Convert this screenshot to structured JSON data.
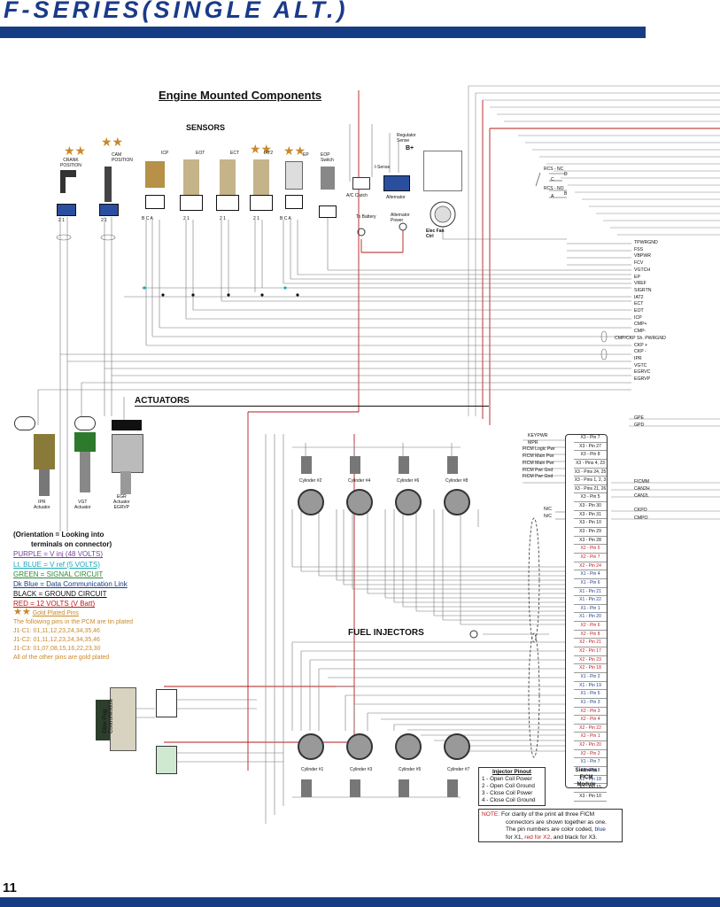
{
  "header": {
    "title": "F-SERIES(SINGLE ALT.)"
  },
  "page_number": "11",
  "sections": {
    "engine_title": "Engine Mounted Components",
    "sensors_title": "SENSORS",
    "actuators_title": "ACTUATORS",
    "fuel_title": "FUEL INJECTORS"
  },
  "sensors": [
    {
      "label": "CRANK\nPOSITION",
      "pins": "2  1",
      "gold": "★★"
    },
    {
      "label": "CAM\nPOSITION",
      "pins": "2  1",
      "gold": "★★"
    },
    {
      "label": "ICP",
      "pins": "B  C  A",
      "gold": ""
    },
    {
      "label": "EOT",
      "pins": "2  1",
      "gold": ""
    },
    {
      "label": "ECT",
      "pins": "2  1",
      "gold": ""
    },
    {
      "label": "IAT2",
      "pins": "2  1",
      "gold": "★★"
    },
    {
      "label": "EP",
      "pins": "B  C  A",
      "gold": "★★"
    },
    {
      "label": "EOP\nSwitch",
      "pins": "",
      "gold": ""
    }
  ],
  "alternator": {
    "regulator": "Regulator\nSense",
    "bplus": "B+",
    "isense": "I-Sense",
    "ac_clutch": "A/C Clutch",
    "alternator": "Alternator",
    "to_battery": "To Battery",
    "alt_power": "Alternator\nPower",
    "fan": "Elec Fan\nCtrl"
  },
  "relay_labels": [
    "RCS - NC",
    "RCS - NO",
    "D",
    "C",
    "B",
    "A"
  ],
  "right_signals": [
    "TPWRGND",
    "FSS",
    "VBPWR",
    "FCV",
    "VGTCH",
    "EP",
    "VREF",
    "SIGRTN",
    "IAT2",
    "ECT",
    "EOT",
    "ICP",
    "CMP+",
    "CMP-",
    "CMP/CKP Sh. PWRGND",
    "CKP +",
    "CKP -",
    "IPR",
    "VGTC",
    "EGRVC",
    "EGRVP"
  ],
  "right_signals2": [
    "GPE",
    "GPD"
  ],
  "ficm_left_labels": [
    "KEYPWR",
    "MPR",
    "FICM Logic Pwr",
    "FICM Main Pwr",
    "FICM Main Pwr",
    "FICM Pwr Gnd",
    "FICM Pwr Gnd"
  ],
  "ficm_right_labels": [
    "FICMM",
    "CAN2H",
    "CAN2L",
    "CKPO",
    "CMPO"
  ],
  "nc_labels": [
    "N/C",
    "N/C"
  ],
  "ficm_pins": [
    "X3 - Pin 7",
    "X3 - Pin 27",
    "X3 - Pin 8",
    "X3 - Pins 4, 23",
    "X3 - Pins 24, 25",
    "X3 - Pins 1, 2, 3",
    "X3 - Pins 21, 26",
    "X3 - Pin 5",
    "X3 - Pin 30",
    "X3 - Pin 31",
    "X3 - Pin 10",
    "X3 - Pin 29",
    "X3 - Pin 28",
    "X2 - Pin 5",
    "X2 - Pin 7",
    "X2 - Pin 24",
    "X1 - Pin 4",
    "X1 - Pin 6",
    "X1 - Pin 21",
    "X1 - Pin 22",
    "X1 - Pin 1",
    "X1 - Pin 20",
    "X2 - Pin 6",
    "X2 - Pin 8",
    "X2 - Pin 21",
    "X2 - Pin 17",
    "X2 - Pin 23",
    "X2 - Pin 18",
    "X1 - Pin 2",
    "X1 - Pin 19",
    "X1 - Pin 5",
    "X1 - Pin 3",
    "X2 - Pin 3",
    "X2 - Pin 4",
    "X2 - Pin 22",
    "X2 - Pin 1",
    "X2 - Pin 20",
    "X2 - Pin 2",
    "X1 - Pin 7",
    "X1 - Pin 8",
    "X1 - Pin 18",
    "X3 - Pin 15",
    "X3 - Pin 10"
  ],
  "ficm_title": "Siemens\nFICM\nModule",
  "actuators": [
    {
      "label": "IPR\nActuator"
    },
    {
      "label": "VGT\nActuator"
    },
    {
      "label": "EGR\nActuator\nEGRVP"
    }
  ],
  "cylinders_top": [
    "Cylinder #2",
    "Cylinder #4",
    "Cylinder #6",
    "Cylinder #8"
  ],
  "cylinders_bottom": [
    "Cylinder #1",
    "Cylinder #3",
    "Cylinder #5",
    "Cylinder #7"
  ],
  "legend": {
    "orientation": "(Orientation = Looking into",
    "orientation2": "terminals on connector)",
    "purple": "PURPLE = V inj (48 VOLTS)",
    "ltblue": "Lt. BLUE = V ref (5 VOLTS)",
    "green": "GREEN = SIGNAL CIRCUIT",
    "dkblue": "Dk Blue = Data Communication Link",
    "black": "BLACK = GROUND CIRCUIT",
    "red": "RED = 12 VOLTS (V Batt)"
  },
  "gold": {
    "title": "Gold Plated Pins",
    "l1": "The following pins in the PCM are tin plated",
    "l2": "J1-C1: 01,11,12,23,24,34,35,46",
    "l3": "J1-C2: 01,11,12,23,24,34,35,46",
    "l4": "J1-C3: 01,07,08,15,16,22,23,30",
    "l5": "All of the other pins are gold plated"
  },
  "glow_plug": "Glow Plug\nControlModule",
  "injector_pinout": {
    "title": "Injector Pinout",
    "items": [
      "1 - Open Coil Power",
      "2 - Open Coil Ground",
      "3 - Close Coil Power",
      "4 - Close Coil Ground"
    ]
  },
  "note": {
    "label": "NOTE:",
    "text1": "For clarity of the print all three FICM",
    "text2": "connectors are shown together as one.",
    "text3": "The pin numbers are color coded,",
    "blue": "blue",
    "text4": "for X1,",
    "red": "red for X2,",
    "text5": "and black for X3."
  },
  "colors": {
    "brand": "#163d84",
    "gold": "#c9892a",
    "purple": "#7a3fa0",
    "ltblue": "#1aa6b7",
    "red": "#c0161b"
  }
}
